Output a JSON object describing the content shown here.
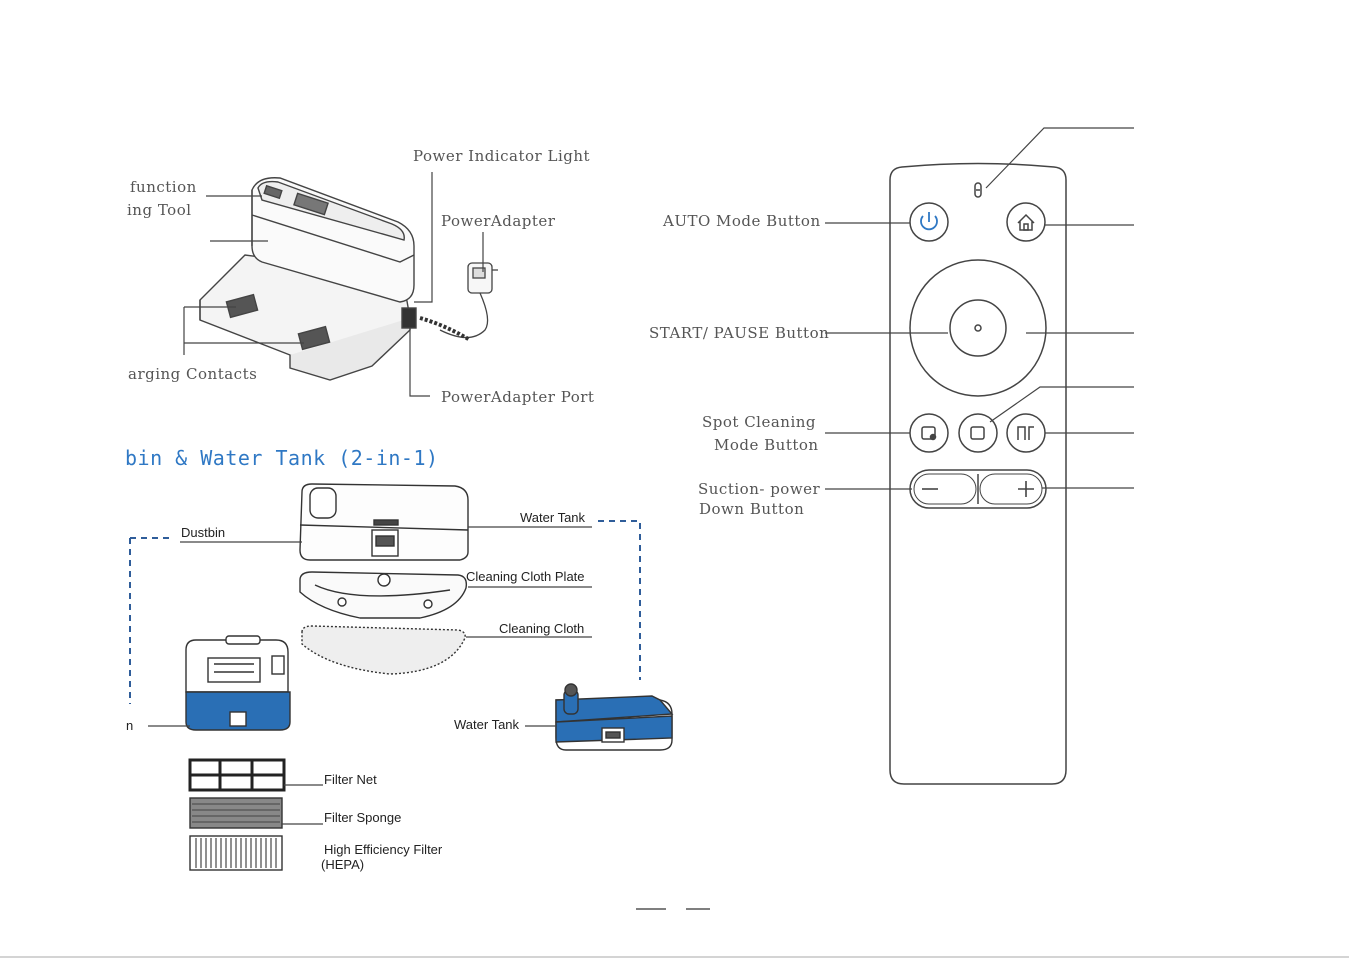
{
  "dock": {
    "labels": {
      "function": "function",
      "cleaning_tool": "ing Tool",
      "power_indicator": "Power Indicator Light",
      "power_adapter": "PowerAdapter",
      "charging_contacts": "arging Contacts",
      "adapter_port": "PowerAdapter  Port"
    }
  },
  "tank_section": {
    "heading": "bin & Water Tank (2-in-1)",
    "labels": {
      "dustbin": "Dustbin",
      "water_tank_top": "Water Tank",
      "cloth_plate": "Cleaning Cloth Plate",
      "cloth": "Cleaning Cloth",
      "bin_partial": "n",
      "water_tank_side": "Water Tank",
      "filter_net": "Filter Net",
      "filter_sponge": "Filter Sponge",
      "hepa_line1": "High Efficiency Filter",
      "hepa_line2": "(HEPA)"
    }
  },
  "remote": {
    "labels": {
      "auto_mode": "AUTO  Mode  Button",
      "start_pause": "START/ PAUSE  Button",
      "spot_line1": "Spot Cleaning",
      "spot_line2": "Mode  Button",
      "suction_line1": "Suction- power",
      "suction_line2": "Down  Button"
    },
    "icons": [
      "power-icon",
      "home-icon",
      "spot-icon",
      "edge-icon",
      "zigzag-icon",
      "minus-icon",
      "plus-icon"
    ]
  },
  "colors": {
    "accent_blue": "#2f78c4",
    "tank_blue": "#2a6fb5",
    "line": "#444444"
  }
}
